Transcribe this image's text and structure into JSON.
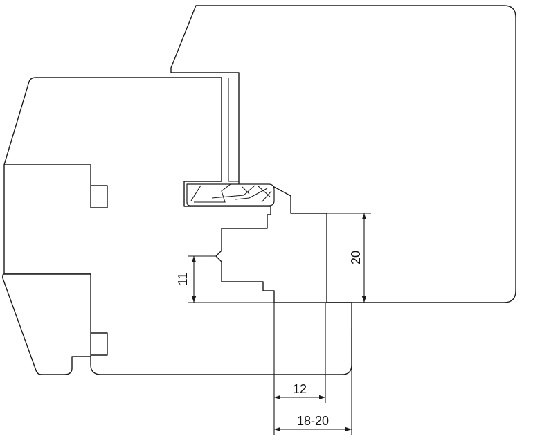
{
  "dimensions": {
    "rebate_height": "20",
    "groove_depth": "11",
    "gasket_offset": "12",
    "frame_clearance": "18-20"
  }
}
